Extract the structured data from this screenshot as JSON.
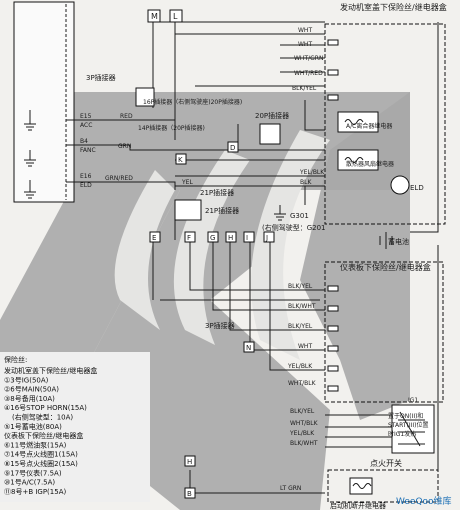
{
  "boxes": {
    "engine_fuse_box": "发动机室盖下保险丝/继电器盒",
    "dash_fuse_box": "仪表板下保险丝/继电器盒",
    "ac_relay": "A/C离合器继电器",
    "cooling_fan_relay": "散热器风扇继电器",
    "ignition_switch": "点火开关",
    "starter_relay": "启动机断开继电器",
    "battery": "蓄电池",
    "eld": "ELD"
  },
  "connectors": {
    "c3p": "3P插接器",
    "c16p": "16P插接器（右侧驾驶座)20P插接器)",
    "c14p": "14P插接器（20P插接器)",
    "c20p": "20P插接器",
    "c21p": "21P插接器",
    "c21p_b": "21P插接器",
    "c3p_b": "3P插接器",
    "ground_g301": "G301",
    "ground_note": "(右侧驾驶型：G201"
  },
  "ecu_pins": [
    {
      "num": "E15",
      "name": "ACC"
    },
    {
      "num": "B4",
      "name": "FANC"
    },
    {
      "num": "E16",
      "name": "ELD"
    }
  ],
  "left_tags": [
    "M",
    "L"
  ],
  "mid_tags": [
    "K",
    "E",
    "F",
    "G",
    "H",
    "I",
    "J",
    "D",
    "N"
  ],
  "wire_labels": {
    "wht": "WHT",
    "wht2": "WHT",
    "wht_grn": "WHT/GRN",
    "wht_red": "WHT/RED",
    "blk_yel": "BLK/YEL",
    "red": "RED",
    "grn": "GRN",
    "grn_red": "GRN/RED",
    "yel": "YEL",
    "yel_blk": "YEL/BLK",
    "blk": "BLK",
    "lt_grn": "LT GRN"
  },
  "dash_wires": [
    "BLK/YEL",
    "BLK/WHT",
    "BLK/YEL",
    "WHT",
    "YEL/BLK",
    "WHT/BLK"
  ],
  "ign_wires": [
    "BLK/YEL",
    "WHT/BLK",
    "YEL/BLK",
    "BLK/WHT"
  ],
  "ign_note": "置于ON(II)和\nSTART(III)位置\n时IG1发热",
  "ign_tag": "IG1",
  "bottom_tags": [
    "H",
    "B"
  ],
  "legend_title": "保险丝:",
  "legend": [
    "发动机室盖下保险丝/继电器盒",
    "①3号IG(50A)",
    "②6号MAIN(50A)",
    "③8号备用(10A)",
    "④16号STOP HORN(15A)",
    "(右侧驾驶型：10A)",
    "⑤1号蓄电池(80A)",
    "仪表板下保险丝/继电器盒",
    "⑥11号燃油泵(15A)",
    "⑦14号点火线圈1(15A)",
    "⑧15号点火线圈2(15A)",
    "⑨17号仪表(7.5A)",
    "⑩1号A/C(7.5A)",
    "⑪8号+B IGP(15A)"
  ],
  "watermark": "WeeQoo维库"
}
